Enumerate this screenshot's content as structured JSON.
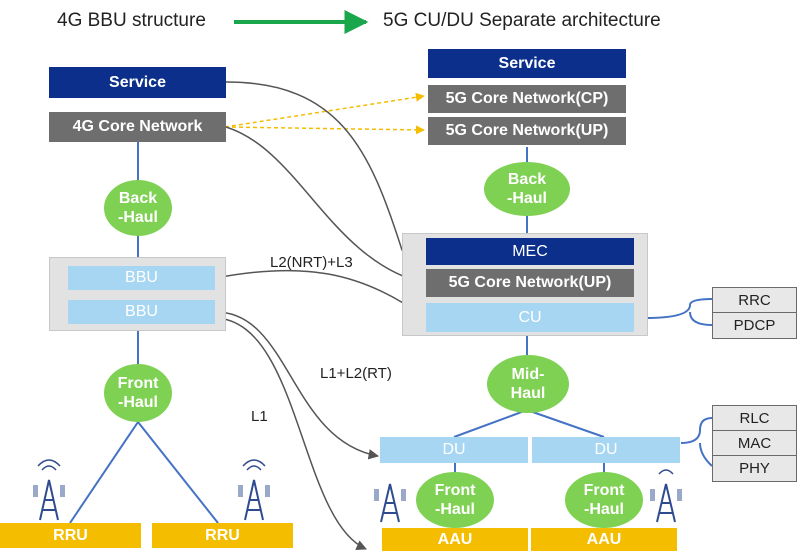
{
  "header": {
    "left_title": "4G BBU structure",
    "right_title": "5G CU/DU Separate architecture"
  },
  "left": {
    "service": "Service",
    "core": "4G Core Network",
    "backhaul": "Back\n-Haul",
    "bbu_top": "BBU",
    "bbu_bottom": "BBU",
    "fronthaul": "Front\n-Haul",
    "rru_left": "RRU",
    "rru_right": "RRU"
  },
  "right": {
    "service": "Service",
    "core_cp": "5G Core Network(CP)",
    "core_up": "5G Core Network(UP)",
    "backhaul": "Back\n-Haul",
    "mec": "MEC",
    "edge_core_up": "5G Core Network(UP)",
    "cu": "CU",
    "midhaul": "Mid-\nHaul",
    "du_left": "DU",
    "du_right": "DU",
    "fronthaul_left": "Front\n-Haul",
    "fronthaul_right": "Front\n-Haul",
    "aau_left": "AAU",
    "aau_right": "AAU"
  },
  "split_labels": {
    "l2nrt_l3": "L2(NRT)+L3",
    "l1_l2rt": "L1+L2(RT)",
    "l1": "L1"
  },
  "protocol_layers": {
    "cu_layers": [
      "RRC",
      "PDCP"
    ],
    "du_layers": [
      "RLC",
      "MAC",
      "PHY"
    ]
  },
  "colors": {
    "navy": "#0b2f8a",
    "grey": "#6e6e6e",
    "light_blue": "#a6d6f1",
    "green": "#7fd154",
    "yellow": "#f5bd00",
    "arrow_green": "#1aa64a",
    "connector_blue": "#4472c4",
    "dashed_orange": "#f5bd00"
  }
}
